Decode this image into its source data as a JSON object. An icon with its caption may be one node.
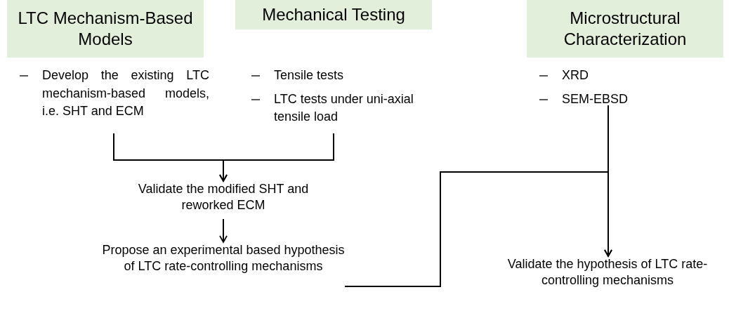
{
  "diagram": {
    "nodes": [
      {
        "text": [
          "LTC Mechanism-Based Models"
        ]
      },
      {
        "text": [
          "Mechanical Testing"
        ]
      },
      {
        "text": [
          "Microstructural Characterization"
        ]
      },
      {
        "text": [
          "Develop the existing LTC mechanism-based models, i.e. SHT and ECM"
        ]
      },
      {
        "text": [
          "Tensile tests",
          "LTC tests under uni-axial tensile load"
        ]
      },
      {
        "text": [
          "XRD",
          "SEM-EBSD"
        ]
      },
      {
        "text": [
          "Validate the modified SHT and reworked ECM"
        ]
      },
      {
        "text": [
          "Propose an experimental based hypothesis of LTC rate-controlling mechanisms"
        ]
      },
      {
        "text": [
          "Validate the hypothesis of LTC rate-controlling mechanisms"
        ]
      }
    ],
    "edges": [
      {
        "from": 3,
        "to": 6,
        "arrow": "to"
      },
      {
        "from": 4,
        "to": 6,
        "arrow": "to"
      },
      {
        "from": 6,
        "to": 7,
        "arrow": "to"
      },
      {
        "from": 5,
        "to": 8,
        "arrow": "to"
      },
      {
        "from": 7,
        "to": 8,
        "arrow": "to"
      }
    ]
  }
}
